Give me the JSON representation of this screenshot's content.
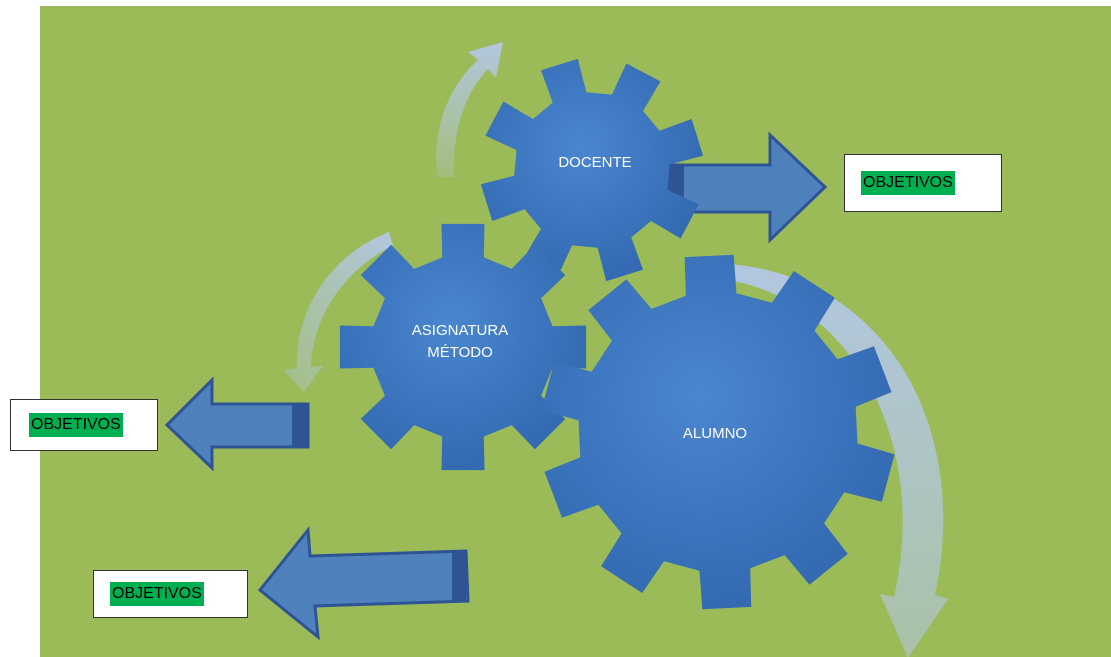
{
  "diagram": {
    "colors": {
      "background": "#9bbb59",
      "gear": "#3f78c2",
      "arrow_fill": "#4f81bd",
      "arrow_edge": "#2f5496",
      "curved_arrow": "#b4c7e7",
      "label_highlight": "#00b050"
    },
    "gears": {
      "docente": "DOCENTE",
      "asignatura": "ASIGNATURA",
      "metodo": "MÉTODO",
      "alumno": "ALUMNO"
    },
    "outputs": {
      "top_right": "OBJETIVOS",
      "middle_left": "OBJETIVOS",
      "bottom_left": "OBJETIVOS"
    },
    "icons": [
      "gear-icon",
      "block-arrow-icon",
      "curved-arrow-icon"
    ]
  }
}
